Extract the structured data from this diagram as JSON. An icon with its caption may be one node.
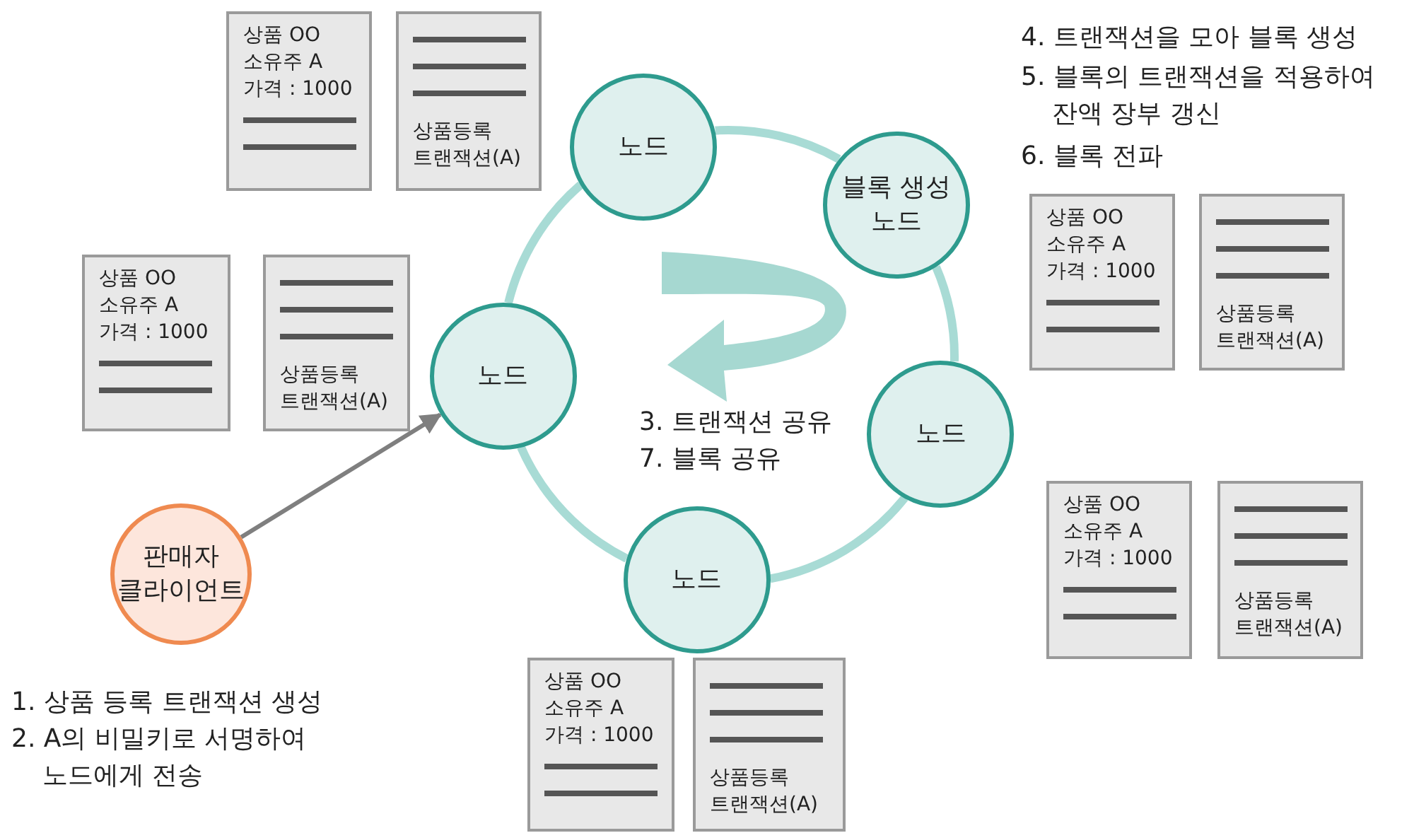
{
  "diagram": {
    "nodes": [
      {
        "text": [
          "상품 OO",
          "소유주 A",
          "가격 : 1000"
        ]
      },
      {
        "text": [
          "상품등록 트랜잭션(A)"
        ]
      },
      {
        "text": [
          "노드"
        ]
      },
      {
        "text": [
          "블록 생성 노드"
        ]
      },
      {
        "text": [
          "상품 OO",
          "소유주 A",
          "가격 : 1000"
        ]
      },
      {
        "text": [
          "상품등록 트랜잭션(A)"
        ]
      },
      {
        "text": [
          "상품 OO",
          "소유주 A",
          "가격 : 1000"
        ]
      },
      {
        "text": [
          "상품등록 트랜잭션(A)"
        ]
      },
      {
        "text": [
          "노드"
        ]
      },
      {
        "text": [
          "노드"
        ]
      },
      {
        "text": [
          "상품 OO",
          "소유주 A",
          "가격 : 1000"
        ]
      },
      {
        "text": [
          "상품등록 트랜잭션(A)"
        ]
      },
      {
        "text": [
          "노드"
        ]
      },
      {
        "text": [
          "판매자 클라이언트"
        ]
      },
      {
        "text": [
          "상품 OO",
          "소유주 A",
          "가격 : 1000"
        ]
      },
      {
        "text": [
          "상품등록 트랜잭션(A)"
        ]
      }
    ],
    "edges": [
      {
        "from": 13,
        "to": 8,
        "arrow": "to",
        "color": "#7f7f7f"
      },
      {
        "from": 8,
        "to": 2,
        "arrow": "none"
      },
      {
        "from": 2,
        "to": 3,
        "arrow": "none"
      },
      {
        "from": 3,
        "to": 9,
        "arrow": "none"
      },
      {
        "from": 9,
        "to": 12,
        "arrow": "none"
      },
      {
        "from": 12,
        "to": 8,
        "arrow": "none"
      }
    ],
    "labels": [
      "4. 트랜잭션을 모아 블록 생성",
      "5. 블록의 트랜잭션을 적용하여 잔액 장부 갱신",
      "6. 블록 전파",
      "3. 트랜잭션 공유",
      "7. 블록 공유",
      "1. 상품 등록 트랜잭션 생성",
      "2. A의 비밀키로 서명하여 노드에게 전송"
    ]
  }
}
